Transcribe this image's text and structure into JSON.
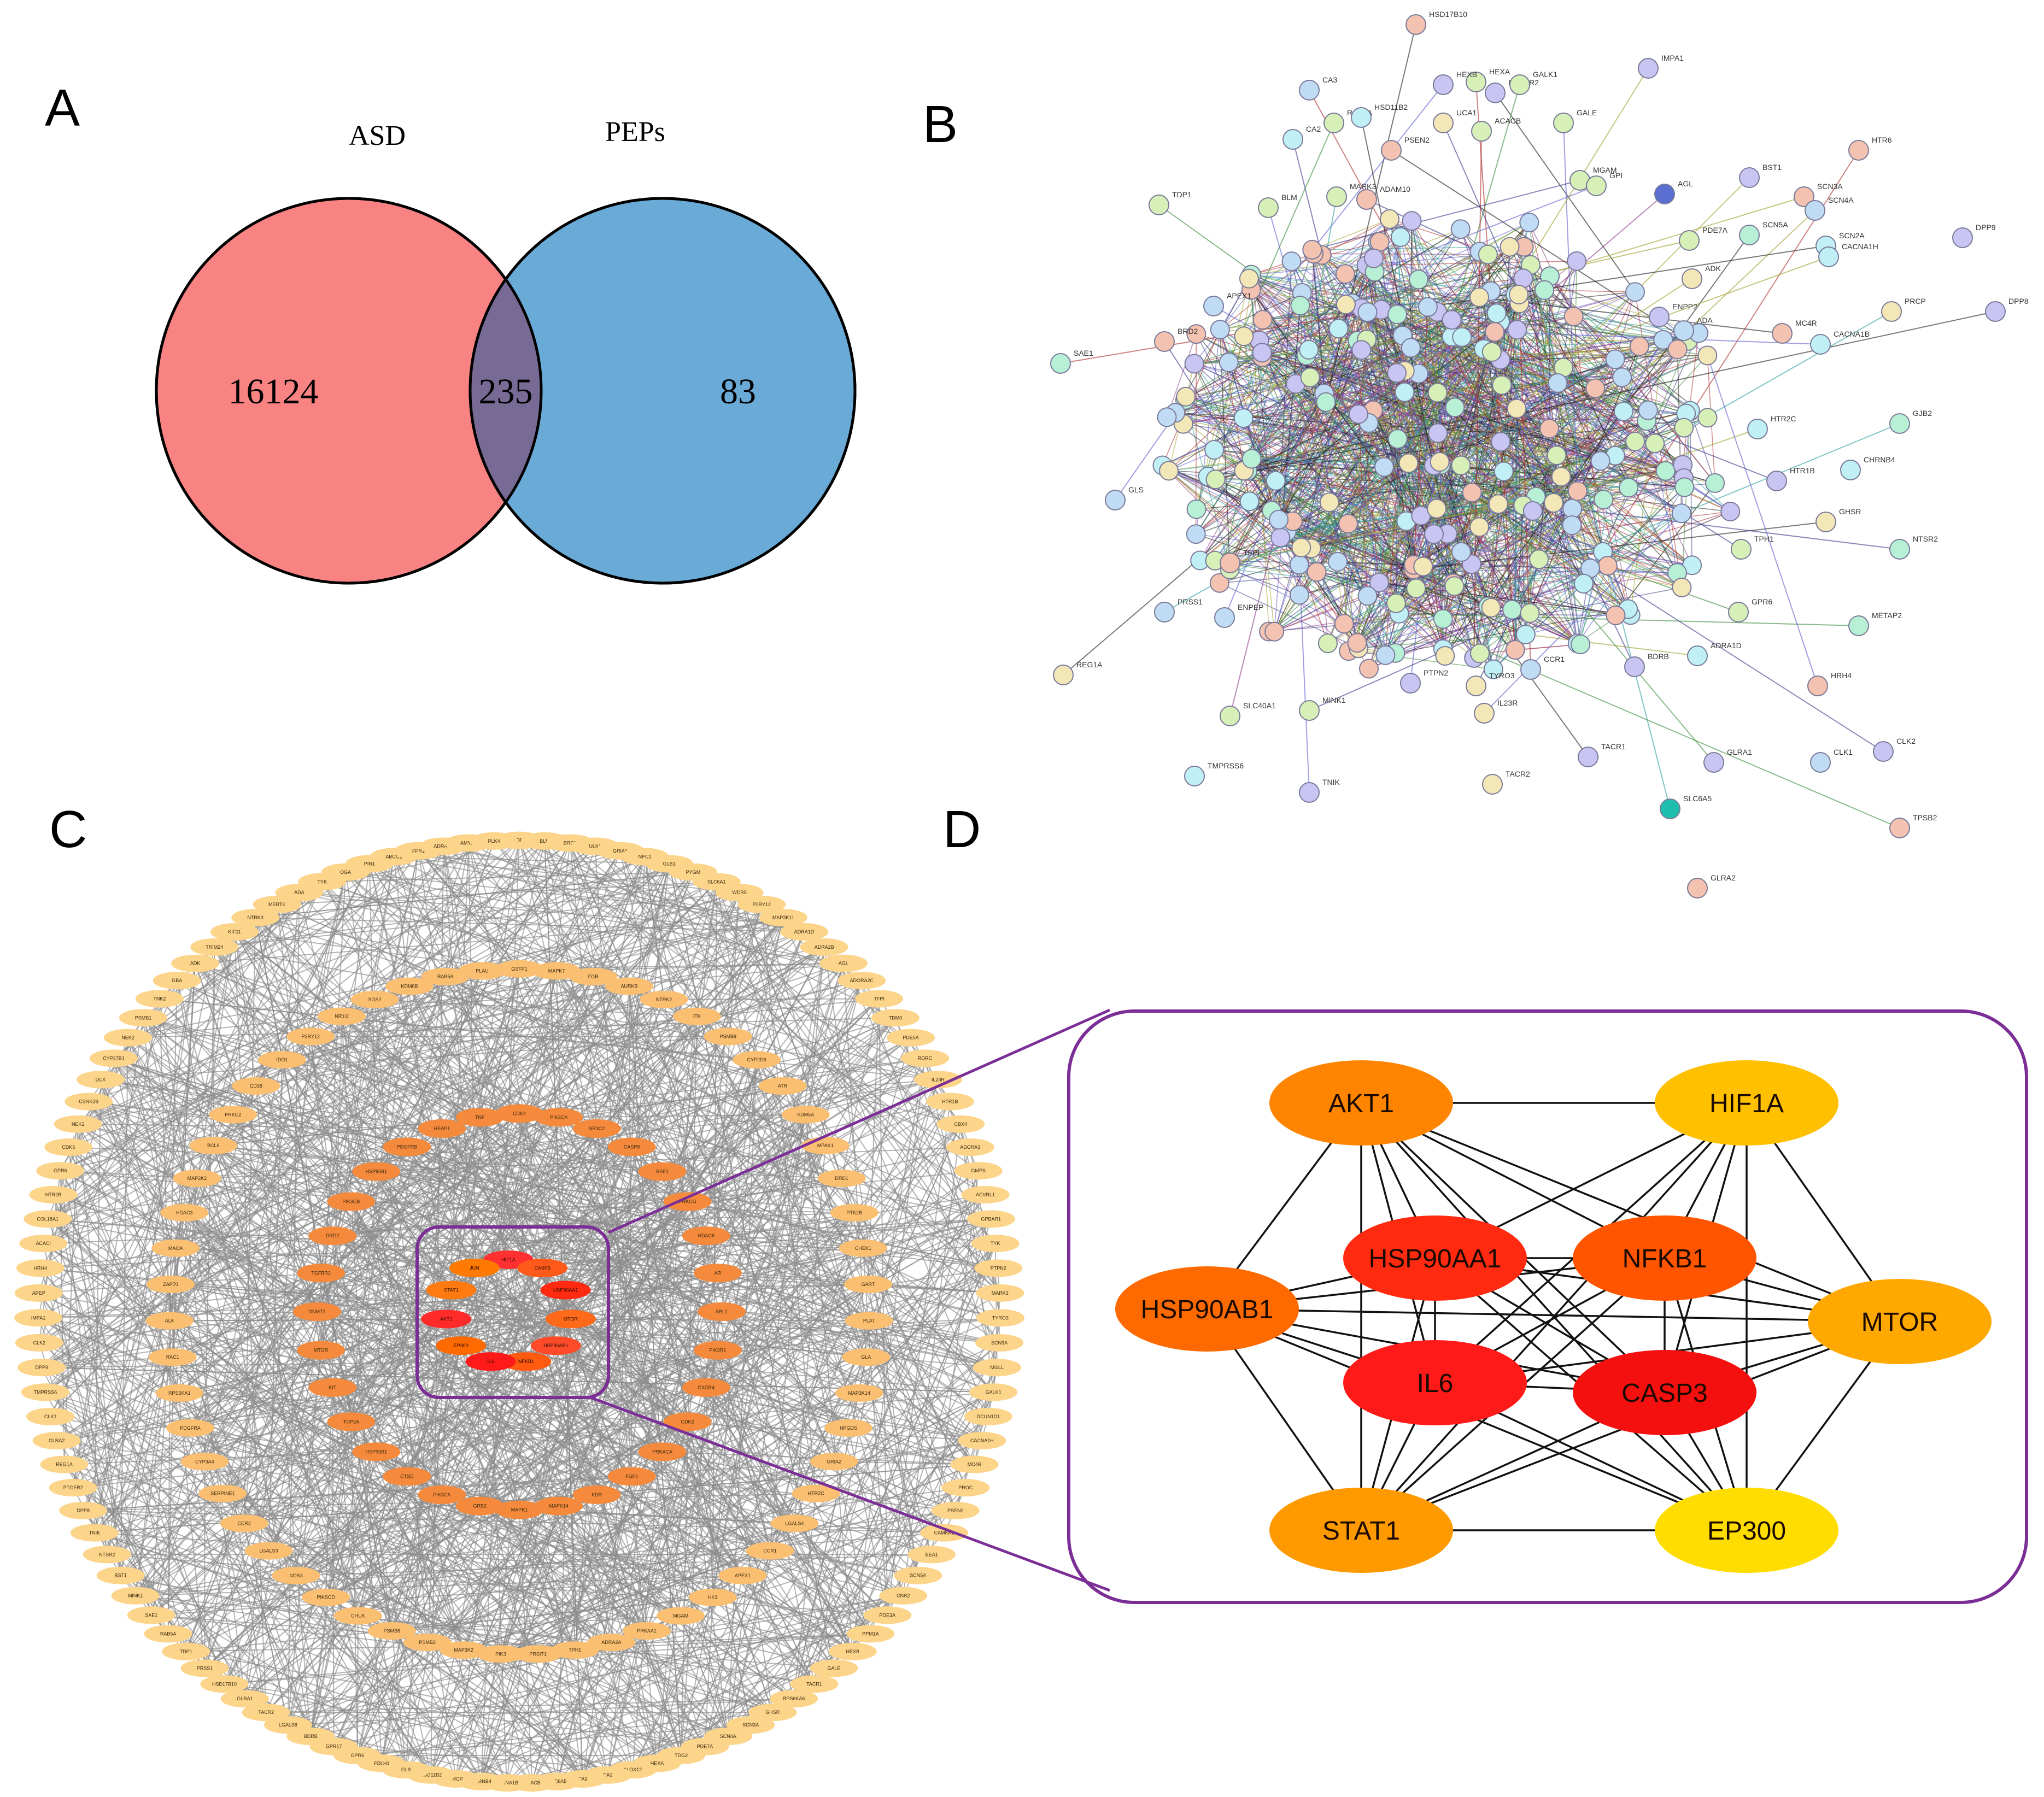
{
  "panels": {
    "a": "A",
    "b": "B",
    "c": "C",
    "d": "D"
  },
  "venn": {
    "left_set": {
      "label": "ASD",
      "only_count": "16124",
      "color": "#f98383"
    },
    "right_set": {
      "label": "PEPs",
      "only_count": "83",
      "color": "#6aaad6"
    },
    "intersection": {
      "count": "235",
      "color": "#776a95"
    }
  },
  "string_network": {
    "labeled_nodes": [
      {
        "label": "HSD17B10",
        "color": "#f3c2b0"
      },
      {
        "label": "HEXA",
        "color": "#d6f0b8"
      },
      {
        "label": "HEXB",
        "color": "#c9c5f2"
      },
      {
        "label": "PTGER2",
        "color": "#c9c5f2"
      },
      {
        "label": "GALK1",
        "color": "#d6f0b8"
      },
      {
        "label": "GALE",
        "color": "#d6f0b8"
      },
      {
        "label": "IMPA1",
        "color": "#c9c5f2"
      },
      {
        "label": "HTR6",
        "color": "#f3c2b0"
      },
      {
        "label": "CA3",
        "color": "#c0dcf5"
      },
      {
        "label": "CA2",
        "color": "#c0f0f5"
      },
      {
        "label": "RAB5A",
        "color": "#d6f0b8"
      },
      {
        "label": "HSD11B2",
        "color": "#c0f0f5"
      },
      {
        "label": "PSEN2",
        "color": "#f3c2b0"
      },
      {
        "label": "UCA1",
        "color": "#f3e7b8"
      },
      {
        "label": "ACACB",
        "color": "#d6f0b8"
      },
      {
        "label": "MGAM",
        "color": "#d6f0b8"
      },
      {
        "label": "GPI",
        "color": "#d6f0b8"
      },
      {
        "label": "AGL",
        "color": "#5b6fd0"
      },
      {
        "label": "BST1",
        "color": "#c9c5f2"
      },
      {
        "label": "SCN3A",
        "color": "#f3c2b0"
      },
      {
        "label": "SCN4A",
        "color": "#c0dcf5"
      },
      {
        "label": "SCN5A",
        "color": "#b8f0d6"
      },
      {
        "label": "SCN2A",
        "color": "#c0f0f5"
      },
      {
        "label": "CACNA1H",
        "color": "#c0f0f5"
      },
      {
        "label": "DPP9",
        "color": "#c9c5f2"
      },
      {
        "label": "DPP8",
        "color": "#c9c5f2"
      },
      {
        "label": "PRCP",
        "color": "#f3e7b8"
      },
      {
        "label": "TDP1",
        "color": "#d6f0b8"
      },
      {
        "label": "BLM",
        "color": "#d6f0b8"
      },
      {
        "label": "MARK3",
        "color": "#d6f0b8"
      },
      {
        "label": "ADAM10",
        "color": "#f3c2b0"
      },
      {
        "label": "PDE7A",
        "color": "#d6f0b8"
      },
      {
        "label": "ADK",
        "color": "#f3e7b8"
      },
      {
        "label": "ENPP2",
        "color": "#c9c5f2"
      },
      {
        "label": "ADA",
        "color": "#c0dcf5"
      },
      {
        "label": "MC4R",
        "color": "#f3c2b0"
      },
      {
        "label": "CACNA1B",
        "color": "#c0f0f5"
      },
      {
        "label": "APEX1",
        "color": "#c0dcf5"
      },
      {
        "label": "BRD2",
        "color": "#f3c2b0"
      },
      {
        "label": "SAE1",
        "color": "#b8f0d6"
      },
      {
        "label": "GJB2",
        "color": "#b8f0d6"
      },
      {
        "label": "HTR2C",
        "color": "#c0f0f5"
      },
      {
        "label": "CHRNB4",
        "color": "#c0f0f5"
      },
      {
        "label": "HTR1B",
        "color": "#c9c5f2"
      },
      {
        "label": "GLS",
        "color": "#c0dcf5"
      },
      {
        "label": "GHSR",
        "color": "#f3e7b8"
      },
      {
        "label": "TPH1",
        "color": "#d6f0b8"
      },
      {
        "label": "NTSR2",
        "color": "#b8f0d6"
      },
      {
        "label": "TFPI",
        "color": "#f3c2b0"
      },
      {
        "label": "PRSS1",
        "color": "#c0dcf5"
      },
      {
        "label": "ENPEP",
        "color": "#c0dcf5"
      },
      {
        "label": "REG1A",
        "color": "#f3e7b8"
      },
      {
        "label": "GPR6",
        "color": "#d6f0b8"
      },
      {
        "label": "METAP2",
        "color": "#b8f0d6"
      },
      {
        "label": "HRH4",
        "color": "#f3c2b0"
      },
      {
        "label": "ADRA1D",
        "color": "#c0f0f5"
      },
      {
        "label": "CCR1",
        "color": "#c0dcf5"
      },
      {
        "label": "PTPN2",
        "color": "#c9c5f2"
      },
      {
        "label": "TYRO3",
        "color": "#f3e7b8"
      },
      {
        "label": "IL23R",
        "color": "#f3e7b8"
      },
      {
        "label": "BDRB",
        "color": "#c9c5f2"
      },
      {
        "label": "SLC40A1",
        "color": "#d6f0b8"
      },
      {
        "label": "MINK1",
        "color": "#d6f0b8"
      },
      {
        "label": "TMPRSS6",
        "color": "#c0f0f5"
      },
      {
        "label": "TNIK",
        "color": "#c9c5f2"
      },
      {
        "label": "TACR1",
        "color": "#c9c5f2"
      },
      {
        "label": "TACR2",
        "color": "#f3e7b8"
      },
      {
        "label": "GLRA1",
        "color": "#c9c5f2"
      },
      {
        "label": "SLC6A5",
        "color": "#1fbfae"
      },
      {
        "label": "CLK1",
        "color": "#c0dcf5"
      },
      {
        "label": "CLK2",
        "color": "#c9c5f2"
      },
      {
        "label": "TPSB2",
        "color": "#f3c2b0"
      },
      {
        "label": "GLRA2",
        "color": "#f3c2b0"
      }
    ]
  },
  "cytoscape_network": {
    "core_nodes": [
      "HIF1A",
      "CASP3",
      "HSP90AA1",
      "MTOR",
      "HSP90AB1",
      "NFKB1",
      "IL6",
      "EP300",
      "AKT1",
      "STAT1",
      "JUN"
    ],
    "second_ring": [
      "CDK4",
      "PIK3CA",
      "NR3C2",
      "CASP8",
      "RAF1",
      "PRKCG",
      "HDAC6",
      "AR",
      "ABL1",
      "PIK3R1",
      "CXCR4",
      "CDK2",
      "PRKACA",
      "FGF2",
      "KDR",
      "MAPK14",
      "MAPK1",
      "GRB2",
      "PIK3CA",
      "CTSD",
      "HSP90B1",
      "TOP2A",
      "KIT",
      "MTOR",
      "DNMT1",
      "TGFBR2",
      "DRD2",
      "PIK3CB",
      "HSP90B1",
      "PDGFRB",
      "HEAP1",
      "TNF"
    ],
    "third_ring": [
      "GSTP1",
      "MAPK7",
      "FGR",
      "AURKB",
      "NTRK2",
      "ITK",
      "PSMB8",
      "CYP2D6",
      "ATR",
      "KDM5A",
      "MPAK1",
      "DRD1",
      "PTK2B",
      "CHEK1",
      "GART",
      "PLAT",
      "GLA",
      "MAP3K14",
      "HPGDS",
      "GRIA2",
      "HTR2C",
      "LGALS4",
      "CCR1",
      "APEX1",
      "HK1",
      "MGAM",
      "PRKAA1",
      "ADRA2A",
      "TPH1",
      "PRSIT1",
      "PIK3",
      "MAP3K2",
      "PSMB2",
      "PSMB8",
      "CHUK",
      "PIKSCD",
      "NOS3",
      "LGALS3",
      "CCR2",
      "SERPINE1",
      "CYP3A4",
      "PDGFRA",
      "RPS6KA1",
      "RAC1",
      "ALK",
      "ZAP70",
      "MAOA",
      "HDAC3",
      "MAP2K2",
      "BCL6",
      "PRKC2",
      "CD38",
      "IDO1",
      "P2RY12",
      "NR1I2",
      "SOS2",
      "KDM6B",
      "RAB5A",
      "PLAU"
    ],
    "outer_ring": [
      "ADORA1",
      "BLM",
      "BRD2",
      "ULK1",
      "GRIA1",
      "NPC1",
      "GLB1",
      "PYGM",
      "SLC6A1",
      "WDR5",
      "P2RY12",
      "MAP3K11",
      "ADRA1D",
      "ADRA2B",
      "AGL",
      "ADORA2C",
      "TFPI",
      "TDM0",
      "PDE5A",
      "RORC",
      "IL23R",
      "HTR1B",
      "CBX4",
      "ADORA3",
      "GMPS",
      "ACVRL1",
      "GPBAR1",
      "TYK",
      "PTPN2",
      "MARK3",
      "TYRO3",
      "SCN9A",
      "MGLL",
      "GALK1",
      "DCUN1D1",
      "CACNA1H",
      "MC4R",
      "PROC",
      "PSEN2",
      "CAMKK2",
      "EEA1",
      "SCN5A",
      "CNR2",
      "PDE3A",
      "PPM1A",
      "HEXB",
      "GALE",
      "TACR1",
      "RPS6KA6",
      "GHSR",
      "SCN3A",
      "SCN4A",
      "PDE7A",
      "TDG2",
      "HEXA",
      "ALOX12",
      "CA2",
      "CA3",
      "SLC6A5",
      "ACACB",
      "CACNA1B",
      "CHRNB4",
      "PRCP",
      "HSD11B2",
      "GLS",
      "FOLH1",
      "GPR6",
      "GPR17",
      "BDRB",
      "LGALS8",
      "TACR2",
      "GLRA1",
      "HSD17B10",
      "PRSS1",
      "TDP1",
      "RAB6A",
      "SAE1",
      "MINK1",
      "BST1",
      "NTSR2",
      "TNIK",
      "DPP8",
      "PTGER2",
      "REG1A",
      "GLRA2",
      "CLK1",
      "TMPRSS6",
      "DPP9",
      "CLK2",
      "IMPA1",
      "APEP",
      "HRH4",
      "ACACI",
      "COL18A1",
      "HTR2B",
      "GPR6",
      "CDK5",
      "NEK2",
      "CSNK2B",
      "DCK",
      "CYP27B1",
      "NEK2",
      "PSMB1",
      "TNK2",
      "GBA",
      "ADK",
      "TRIM24",
      "KIF11",
      "NTRK3",
      "MERTK",
      "ADA",
      "TYK",
      "OGA",
      "PIN1",
      "ABCC1",
      "FPR1",
      "ADRA1A",
      "AMY2A",
      "PLK4"
    ]
  },
  "hub_network": {
    "nodes": [
      {
        "id": "akt1",
        "label": "AKT1",
        "color": "#ff8400"
      },
      {
        "id": "hif1a",
        "label": "HIF1A",
        "color": "#ffc000"
      },
      {
        "id": "hsp90aa1",
        "label": "HSP90AA1",
        "color": "#ff2a10"
      },
      {
        "id": "nfkb1",
        "label": "NFKB1",
        "color": "#ff5500"
      },
      {
        "id": "hsp90ab1",
        "label": "HSP90AB1",
        "color": "#ff6a00"
      },
      {
        "id": "mtor",
        "label": "MTOR",
        "color": "#ffa800"
      },
      {
        "id": "il6",
        "label": "IL6",
        "color": "#ff1a1a"
      },
      {
        "id": "casp3",
        "label": "CASP3",
        "color": "#f51010"
      },
      {
        "id": "stat1",
        "label": "STAT1",
        "color": "#ff9900"
      },
      {
        "id": "ep300",
        "label": "EP300",
        "color": "#ffdd00"
      }
    ],
    "edges": [
      [
        "akt1",
        "hif1a"
      ],
      [
        "akt1",
        "hsp90aa1"
      ],
      [
        "akt1",
        "nfkb1"
      ],
      [
        "akt1",
        "hsp90ab1"
      ],
      [
        "akt1",
        "mtor"
      ],
      [
        "akt1",
        "il6"
      ],
      [
        "akt1",
        "casp3"
      ],
      [
        "akt1",
        "stat1"
      ],
      [
        "akt1",
        "ep300"
      ],
      [
        "hif1a",
        "hsp90aa1"
      ],
      [
        "hif1a",
        "nfkb1"
      ],
      [
        "hif1a",
        "mtor"
      ],
      [
        "hif1a",
        "il6"
      ],
      [
        "hif1a",
        "casp3"
      ],
      [
        "hif1a",
        "stat1"
      ],
      [
        "hif1a",
        "ep300"
      ],
      [
        "hsp90aa1",
        "nfkb1"
      ],
      [
        "hsp90aa1",
        "hsp90ab1"
      ],
      [
        "hsp90aa1",
        "mtor"
      ],
      [
        "hsp90aa1",
        "il6"
      ],
      [
        "hsp90aa1",
        "casp3"
      ],
      [
        "hsp90aa1",
        "stat1"
      ],
      [
        "hsp90aa1",
        "ep300"
      ],
      [
        "nfkb1",
        "hsp90ab1"
      ],
      [
        "nfkb1",
        "mtor"
      ],
      [
        "nfkb1",
        "il6"
      ],
      [
        "nfkb1",
        "casp3"
      ],
      [
        "nfkb1",
        "stat1"
      ],
      [
        "nfkb1",
        "ep300"
      ],
      [
        "hsp90ab1",
        "mtor"
      ],
      [
        "hsp90ab1",
        "il6"
      ],
      [
        "hsp90ab1",
        "casp3"
      ],
      [
        "hsp90ab1",
        "stat1"
      ],
      [
        "hsp90ab1",
        "ep300"
      ],
      [
        "mtor",
        "il6"
      ],
      [
        "mtor",
        "casp3"
      ],
      [
        "mtor",
        "stat1"
      ],
      [
        "mtor",
        "ep300"
      ],
      [
        "il6",
        "casp3"
      ],
      [
        "il6",
        "stat1"
      ],
      [
        "il6",
        "ep300"
      ],
      [
        "casp3",
        "stat1"
      ],
      [
        "casp3",
        "ep300"
      ],
      [
        "stat1",
        "ep300"
      ]
    ],
    "frame_color": "#7b2e96"
  }
}
